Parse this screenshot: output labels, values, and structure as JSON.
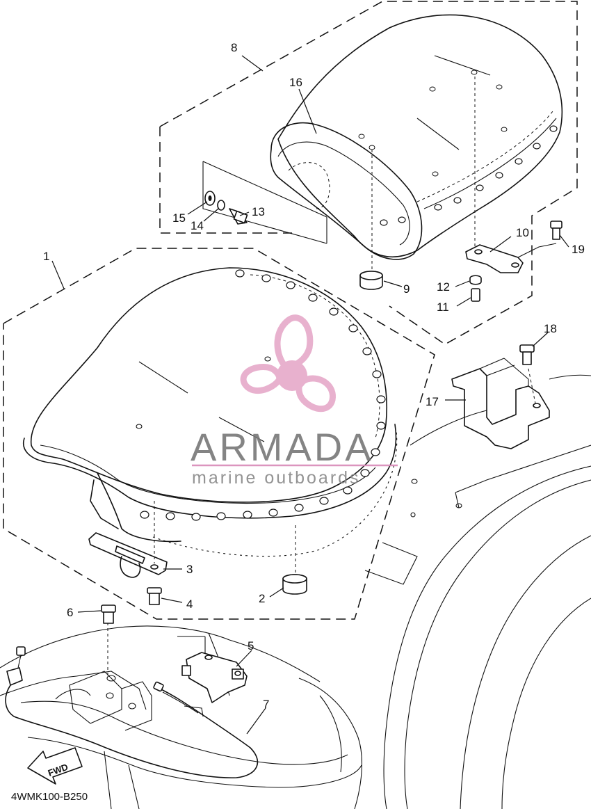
{
  "diagram": {
    "part_numbers": [
      "1",
      "2",
      "3",
      "4",
      "5",
      "6",
      "7",
      "8",
      "9",
      "10",
      "11",
      "12",
      "13",
      "14",
      "15",
      "16",
      "17",
      "18",
      "19"
    ],
    "drawing_code": "4WMK100-B250",
    "forward_marker": "FWD"
  },
  "watermark": {
    "brand": "ARMADA",
    "tagline": "marine outboards",
    "colors": {
      "logo": "#e6a9c9",
      "text": "#777777",
      "line": "#d98ab8"
    }
  }
}
